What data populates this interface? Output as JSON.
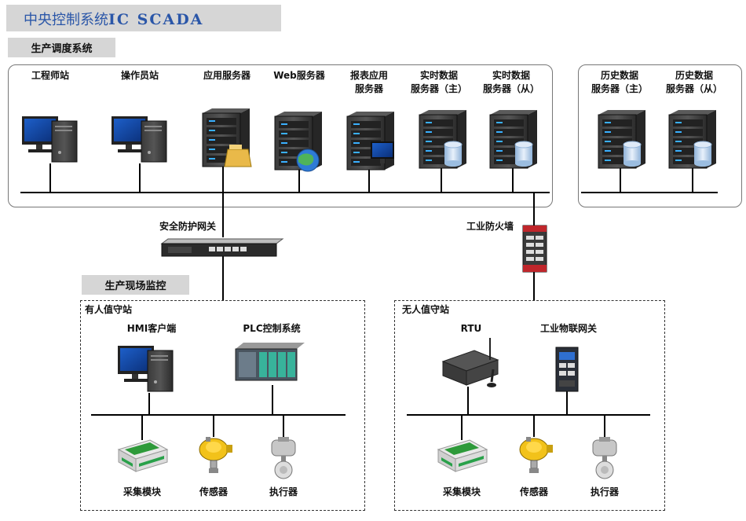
{
  "title": {
    "cn": "中央控制系统",
    "latin": "IC SCADA"
  },
  "sections": {
    "dispatch": "生产调度系统",
    "field": "生产现场监控"
  },
  "dispatch_nodes": [
    {
      "line1": "",
      "line2": "工程师站"
    },
    {
      "line1": "",
      "line2": "操作员站"
    },
    {
      "line1": "",
      "line2": "应用服务器"
    },
    {
      "line1": "",
      "line2": "Web服务器"
    },
    {
      "line1": "报表应用",
      "line2": "服务器"
    },
    {
      "line1": "实时数据",
      "line2": "服务器（主）"
    },
    {
      "line1": "实时数据",
      "line2": "服务器（从）"
    }
  ],
  "history_nodes": [
    {
      "line1": "历史数据",
      "line2": "服务器（主）"
    },
    {
      "line1": "历史数据",
      "line2": "服务器（从）"
    }
  ],
  "gateways": {
    "security": "安全防护网关",
    "firewall": "工业防火墙"
  },
  "manned": {
    "title": "有人值守站",
    "top": [
      "HMI客户端",
      "PLC控制系统"
    ],
    "bottom": [
      "采集模块",
      "传感器",
      "执行器"
    ]
  },
  "unmanned": {
    "title": "无人值守站",
    "top": [
      "RTU",
      "工业物联网关"
    ],
    "bottom": [
      "采集模块",
      "传感器",
      "执行器"
    ]
  }
}
